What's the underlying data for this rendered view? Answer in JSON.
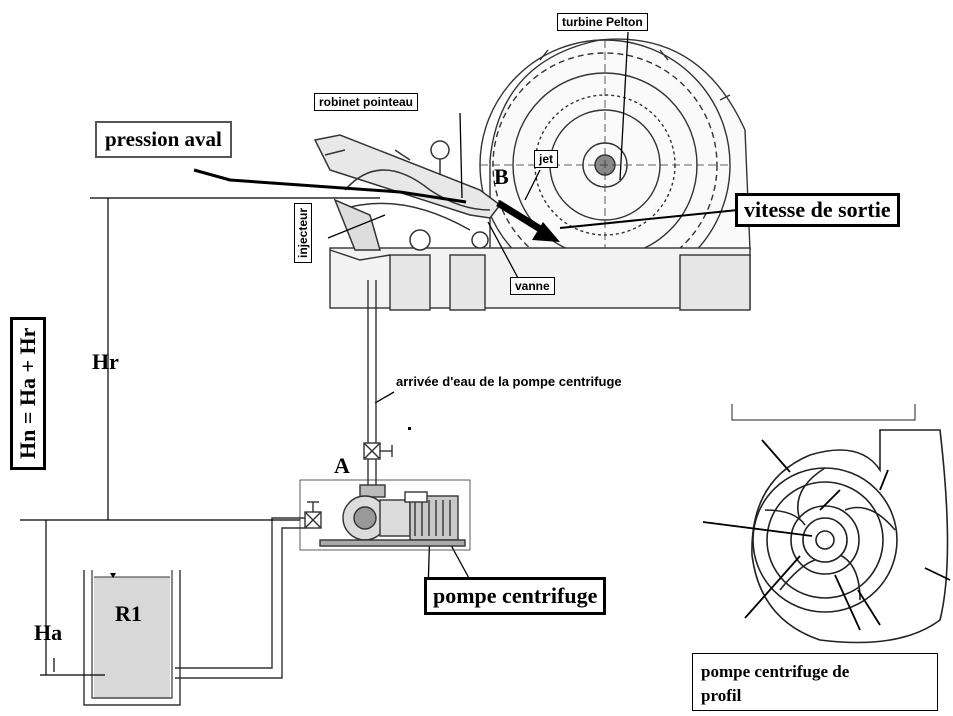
{
  "labels": {
    "turbine": "turbine Pelton",
    "robinet": "robinet pointeau",
    "pression_aval": "pression aval",
    "jet": "jet",
    "b_point": "B",
    "vitesse": "vitesse de sortie",
    "injecteur": "injecteur",
    "vanne": "vanne",
    "hn": "Hn = Ha + Hr",
    "hr": "Hr",
    "arrivee": "arrivée d'eau de la pompe centrifuge",
    "a_point": "A",
    "pompe": "pompe centrifuge",
    "r1": "R1",
    "ha": "Ha",
    "profil_line1": "pompe centrifuge de",
    "profil_line2": "profil"
  },
  "colors": {
    "ink": "#000000",
    "paper": "#ffffff",
    "water": "#d8d8d8",
    "machine": "#555555"
  }
}
